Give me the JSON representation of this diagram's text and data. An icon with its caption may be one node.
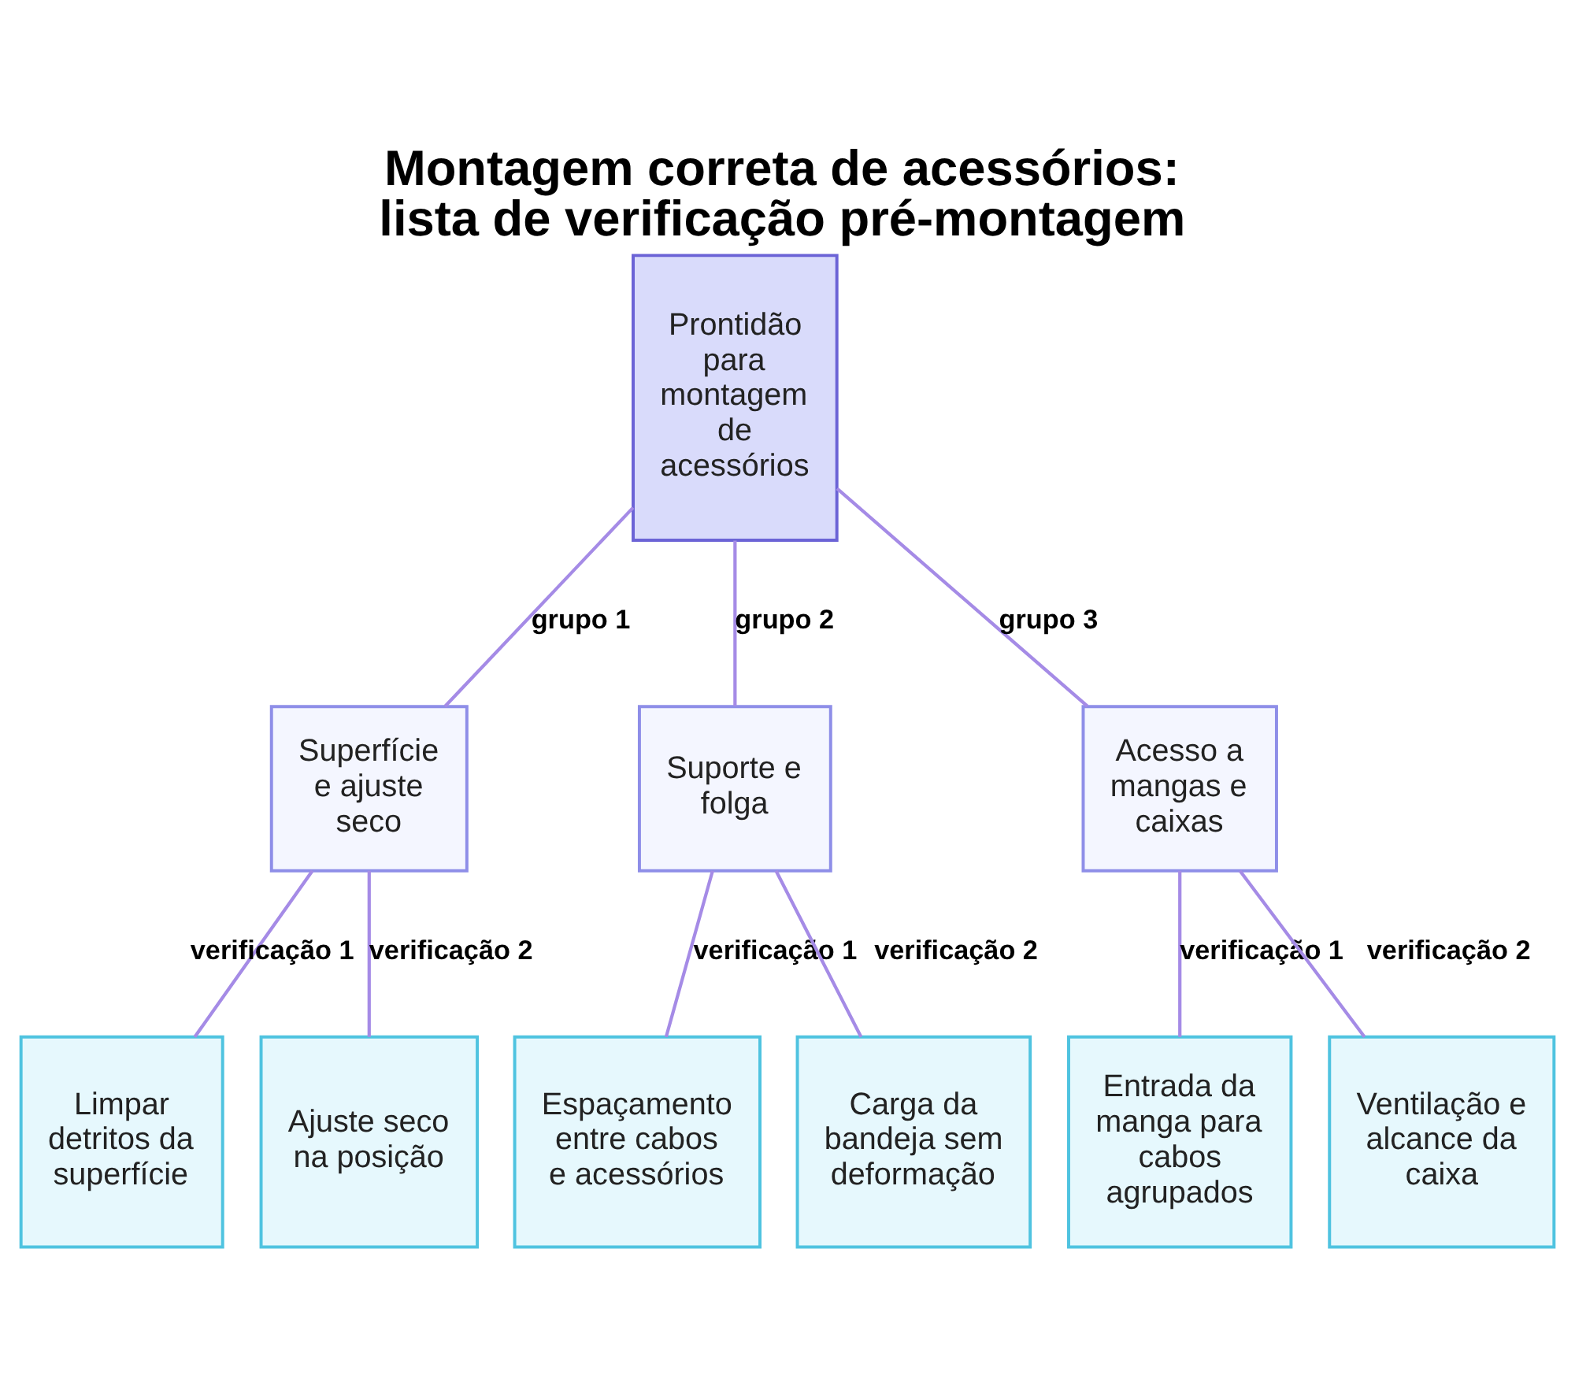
{
  "diagram": {
    "title": "Montagem correta de acessórios: lista de verificação pré-montagem",
    "nodes": [
      {
        "text": [
          "Prontidão para montagem de acessórios"
        ]
      },
      {
        "text": [
          "Superfície e ajuste seco"
        ]
      },
      {
        "text": [
          "Suporte e folga"
        ]
      },
      {
        "text": [
          "Acesso a mangas e caixas"
        ]
      },
      {
        "text": [
          "Limpar detritos da superfície"
        ]
      },
      {
        "text": [
          "Ajuste seco na posição"
        ]
      },
      {
        "text": [
          "Espaçamento entre cabos e acessórios"
        ]
      },
      {
        "text": [
          "Carga da bandeja sem deformação"
        ]
      },
      {
        "text": [
          "Entrada da manga para cabos agrupados"
        ]
      },
      {
        "text": [
          "Ventilação e alcance da caixa"
        ]
      }
    ],
    "edges": [
      {
        "from": 0,
        "to": 1,
        "arrow": "none",
        "label": "grupo 1"
      },
      {
        "from": 0,
        "to": 2,
        "arrow": "none",
        "label": "grupo 2"
      },
      {
        "from": 0,
        "to": 3,
        "arrow": "none",
        "label": "grupo 3"
      },
      {
        "from": 1,
        "to": 4,
        "arrow": "none",
        "label": "verificação 1"
      },
      {
        "from": 1,
        "to": 5,
        "arrow": "none",
        "label": "verificação 2"
      },
      {
        "from": 2,
        "to": 6,
        "arrow": "none",
        "label": "verificação 1"
      },
      {
        "from": 2,
        "to": 7,
        "arrow": "none",
        "label": "verificação 2"
      },
      {
        "from": 3,
        "to": 8,
        "arrow": "none",
        "label": "verificação 1"
      },
      {
        "from": 3,
        "to": 9,
        "arrow": "none",
        "label": "verificação 2"
      }
    ]
  }
}
